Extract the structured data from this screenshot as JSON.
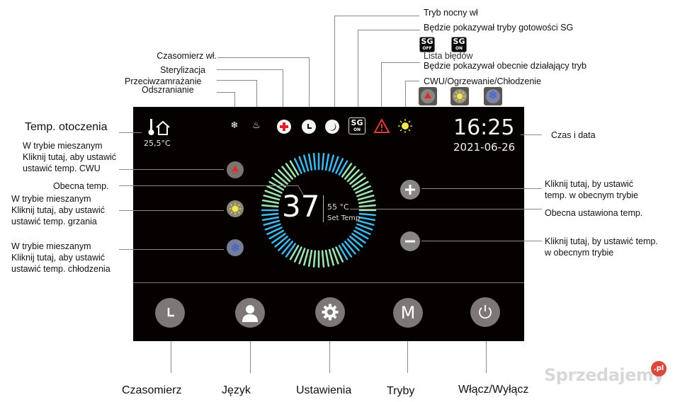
{
  "annotations": {
    "czasomierz_wl": "Czasomierz wł.",
    "sterylizacja": "Sterylizacja",
    "przeciwzamrazanie": "Przeciwzamrażanie",
    "odszranianie": "Odszranianie",
    "tryb_nocny": "Tryb nocny wł",
    "sg_info": "Będzie pokazywał tryby gotowości SG",
    "lista_bledow": "Lista błędów",
    "tryb_info": "Będzie pokazywał obecnie działający tryb",
    "tryby_legend": "CWU/Ogrzewanie/Chłodzenie",
    "temp_otoczenia": "Temp. otoczenia",
    "czas_i_data": "Czas i data",
    "cwu_hint": [
      "W trybie mieszanym",
      "Kliknij tutaj, aby ustawić",
      "ustawić temp. CWU"
    ],
    "obecna_temp": "Obecna temp.",
    "grzanie_hint": [
      "W trybie mieszanym",
      "Kliknij tutaj, aby ustawić",
      "ustawić temp. grzania"
    ],
    "chlodzenie_hint": [
      "W trybie mieszanym",
      "Kliknij tutaj, aby ustawić",
      "ustawić temp. chłodzenia"
    ],
    "plus_hint": [
      "Kliknij tutaj, by ustawić",
      "temp. w obecnym trybie"
    ],
    "obecna_ustawiona": "Obecna ustawiona temp.",
    "minus_hint": [
      "Kliknij tutaj, by ustawić temp.",
      "w obecnym trybie"
    ]
  },
  "sg_badges": [
    {
      "top": "SG",
      "bottom": "OFF"
    },
    {
      "top": "SG",
      "bottom": "ON"
    }
  ],
  "screen": {
    "ambient_temp": "25,5°C",
    "time": "16:25",
    "date": "2021-06-26",
    "current_temp": "37",
    "set_temp": "55 °C",
    "set_temp_label": "Set Temp",
    "sg_status": {
      "top": "SG",
      "bottom": "ON"
    },
    "colors": {
      "ring_blue": "#3fb4e6",
      "ring_green": "#9fe0b0",
      "error_red": "#e03a3a",
      "sun_yellow": "#f2ea4a",
      "cross_red": "#e0202a"
    }
  },
  "bottom_nav": [
    {
      "label": "Czasomierz",
      "icon": "clock-icon"
    },
    {
      "label": "Język",
      "icon": "user-icon"
    },
    {
      "label": "Ustawienia",
      "icon": "gear-icon"
    },
    {
      "label": "Tryby",
      "icon": "mode-m-icon",
      "glyph": "M"
    },
    {
      "label": "Włącz/Wyłącz",
      "icon": "power-icon"
    }
  ],
  "watermark": {
    "text": "Sprzedajemy",
    "badge": ".pl"
  }
}
